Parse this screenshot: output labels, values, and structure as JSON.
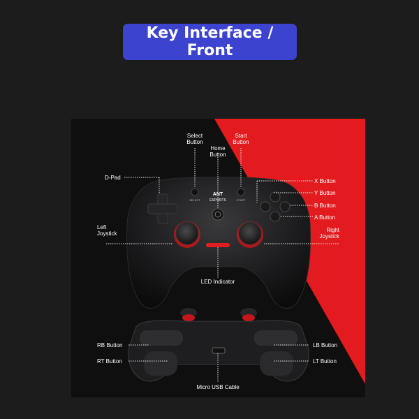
{
  "header": {
    "title_line1": "Key Interface /",
    "title_line2": "Front"
  },
  "colors": {
    "badge": "#3b43cf",
    "page_background": "#1c1c1d",
    "accent_red": "#e31b1f",
    "panel_black": "#0f0f0f"
  },
  "controller": {
    "brand_line1": "ANT",
    "brand_line2": "ESPORTS",
    "select_mark": "SELECT",
    "start_mark": "START"
  },
  "labels": {
    "select_button": [
      "Select",
      "Button"
    ],
    "home_button": [
      "Home",
      "Button"
    ],
    "start_button": [
      "Start",
      "Button"
    ],
    "d_pad": "D-Pad",
    "x_button": "X Button",
    "y_button": "Y Button",
    "b_button": "B Button",
    "a_button": "A Button",
    "left_joystick": [
      "Left",
      "Joystick"
    ],
    "right_joystick": [
      "Right",
      "Joystick"
    ],
    "led_indicator": "LED Indicator",
    "rb_button": "RB Button",
    "rt_button": "RT Button",
    "lb_button": "LB Button",
    "lt_button": "LT Button",
    "micro_usb_cable": "Micro USB Cable"
  }
}
